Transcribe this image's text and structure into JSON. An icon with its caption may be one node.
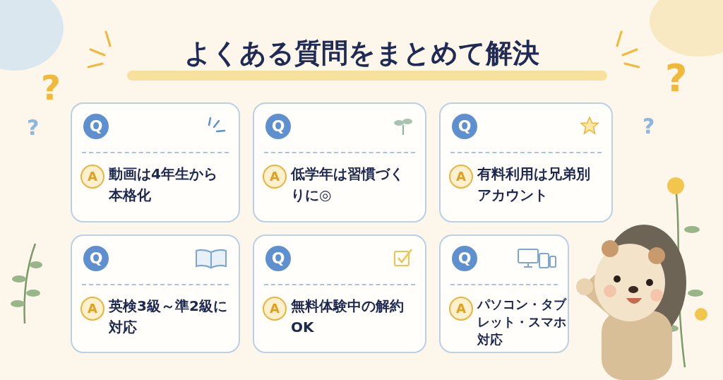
{
  "diagram": {
    "title": "よくある質問をまとめて解決",
    "nodes": [
      {
        "text": [
          "動画は4年生から本格化"
        ]
      },
      {
        "text": [
          "Q"
        ],
        "in": 0
      },
      {
        "text": [
          "A"
        ],
        "in": 0
      },
      {
        "text": [
          "低学年は習慣づくりに◎"
        ]
      },
      {
        "text": [
          "Q"
        ],
        "in": 3
      },
      {
        "text": [
          "A"
        ],
        "in": 3
      },
      {
        "text": [
          "有料利用は兄弟別アカウント"
        ]
      },
      {
        "text": [
          "Q"
        ],
        "in": 6
      },
      {
        "text": [
          "A"
        ],
        "in": 6
      },
      {
        "text": [
          "英検3級～準2級に対応"
        ]
      },
      {
        "text": [
          "Q"
        ],
        "in": 9
      },
      {
        "text": [
          "A"
        ],
        "in": 9
      },
      {
        "text": [
          "無料体験中の解約OK"
        ]
      },
      {
        "text": [
          "Q"
        ],
        "in": 12
      },
      {
        "text": [
          "A"
        ],
        "in": 12
      },
      {
        "text": [
          "パソコン・タブレット・スマホ対応"
        ]
      },
      {
        "text": [
          "Q"
        ],
        "in": 15
      },
      {
        "text": [
          "A"
        ],
        "in": 15
      }
    ],
    "edges": [],
    "labels": [
      "?",
      "?",
      "?",
      "?"
    ]
  }
}
